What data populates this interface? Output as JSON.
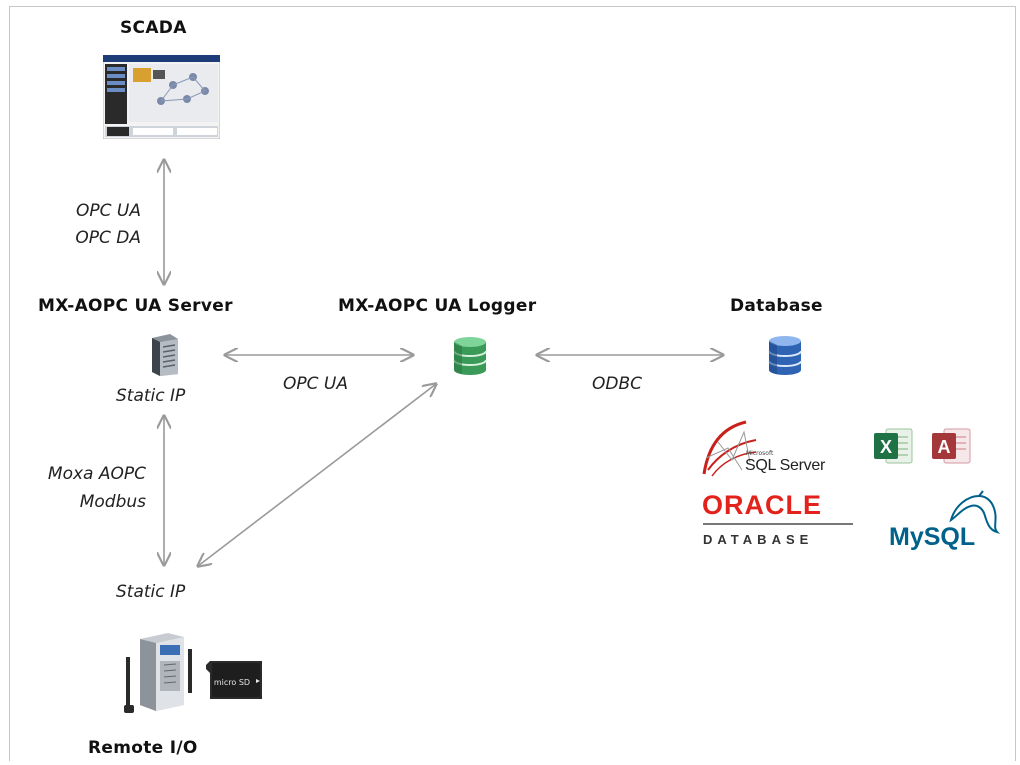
{
  "nodes": {
    "scada": {
      "title": "SCADA"
    },
    "server": {
      "title": "MX-AOPC UA Server",
      "ip": "Static IP"
    },
    "logger": {
      "title": "MX-AOPC UA Logger"
    },
    "database": {
      "title": "Database"
    },
    "remote": {
      "title": "Remote I/O",
      "ip": "Static IP",
      "sd_label": "micro SD"
    }
  },
  "links": {
    "scada_server": [
      "OPC UA",
      "OPC DA"
    ],
    "server_logger": "OPC UA",
    "logger_database": "ODBC",
    "server_remote": [
      "Moxa AOPC",
      "Modbus"
    ]
  },
  "db_logos": {
    "sqlserver": {
      "vendor": "Microsoft",
      "name": "SQL Server"
    },
    "oracle": {
      "name": "ORACLE",
      "sub": "DATABASE"
    },
    "mysql": {
      "name": "MySQL"
    },
    "excel": {
      "letter": "X"
    },
    "access": {
      "letter": "A"
    }
  },
  "colors": {
    "arrow": "#9a9a9a",
    "oracle": "#e3231b",
    "mysql_blue": "#00618a",
    "mysql_orange": "#e48e00",
    "excel": "#1f7244",
    "access": "#a4373a",
    "db_green": "#4cae6a",
    "db_blue": "#3a78c8"
  }
}
